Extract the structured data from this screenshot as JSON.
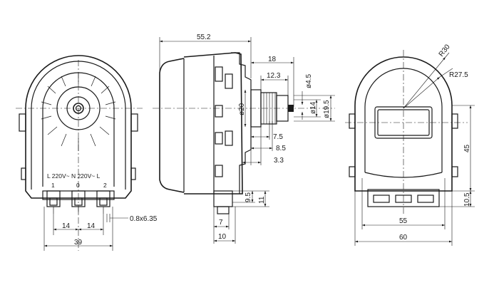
{
  "dimensions": {
    "front": {
      "terminal_text": "L  220V~ N  220V~ L",
      "term_1": "1",
      "term_0": "0",
      "term_2": "2",
      "pin_spec": "0.8x6.35",
      "spacing_left": "14",
      "spacing_right": "14",
      "overall_width": "39"
    },
    "side": {
      "overall_length": "55.2",
      "shaft_len_18": "18",
      "shaft_len_12_3": "12.3",
      "dia_4_5": "ø4.5",
      "dia_14": "ø14",
      "dia_19_5": "ø19.5",
      "dia_20": "ø20",
      "len_7_5": "7.5",
      "len_8_5": "8.5",
      "len_3_3": "3.3",
      "h_9_5": "9.5",
      "h_11": "11",
      "w_7": "7",
      "w_10": "10"
    },
    "back": {
      "r30": "R30",
      "r27_5": "R27.5",
      "h45": "45",
      "h10_5": "10.5",
      "w55": "55",
      "w60": "60"
    }
  }
}
